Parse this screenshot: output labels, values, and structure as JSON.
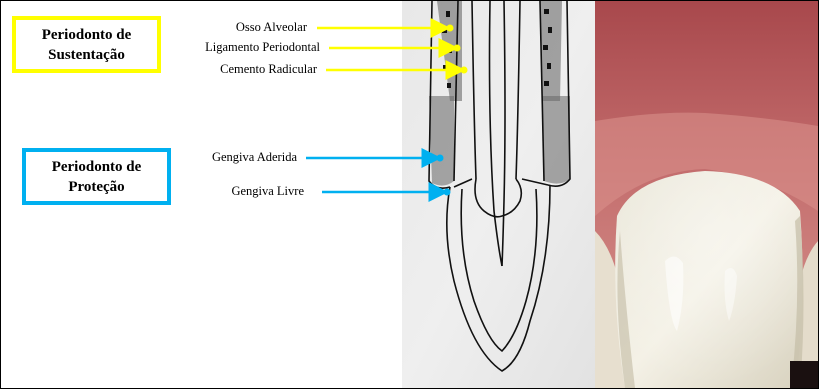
{
  "boxes": {
    "support": {
      "line1": "Periodonto de",
      "line2": "Sustentação",
      "border_color": "#ffff00"
    },
    "protection": {
      "line1": "Periodonto de",
      "line2": "Proteção",
      "border_color": "#00b0f0"
    }
  },
  "labels": {
    "osso": "Osso Alveolar",
    "ligamento": "Ligamento Periodontal",
    "cemento": "Cemento Radicular",
    "aderida": "Gengiva Aderida",
    "livre": "Gengiva Livre"
  },
  "colors": {
    "yellow_arrow": "#ffff00",
    "blue_arrow": "#00b0f0"
  }
}
